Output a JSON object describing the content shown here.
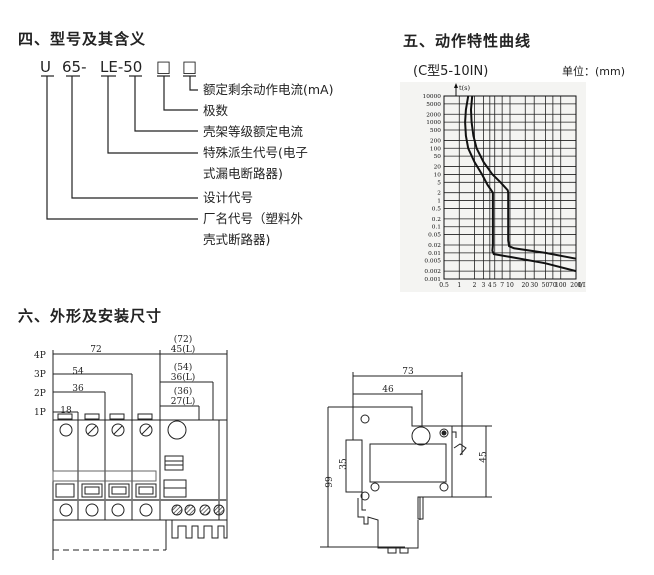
{
  "section4": {
    "title": "四、型号及其含义",
    "model_code": {
      "p1": "U",
      "p2": "65-",
      "p3": "LE-50",
      "box1": "□",
      "box2": "□"
    },
    "meanings": [
      "额定剩余动作电流(mA)",
      "极数",
      "壳架等级额定电流",
      "特殊派生代号(电子",
      "式漏电断路器)",
      "设计代号",
      "厂名代号（塑料外",
      "壳式断路器)"
    ]
  },
  "section5": {
    "title": "五、动作特性曲线",
    "subtitle": "(C型5-10IN)",
    "unit_label": "单位：(mm)"
  },
  "chart_data": {
    "type": "line",
    "title": "动作特性曲线 (C型5-10IN)",
    "xlabel": "I/IR",
    "ylabel": "t(s)",
    "xscale": "log",
    "yscale": "log",
    "xlim": [
      0.5,
      200
    ],
    "ylim": [
      0.001,
      10000
    ],
    "x_ticks": [
      "0.5",
      "1",
      "2",
      "3",
      "4",
      "5",
      "7",
      "10",
      "20",
      "30",
      "50",
      "70",
      "100",
      "200"
    ],
    "x_tick_values": [
      0.5,
      1,
      2,
      3,
      4,
      5,
      7,
      10,
      20,
      30,
      50,
      70,
      100,
      200
    ],
    "y_ticks": [
      "10000",
      "5000",
      "2000",
      "1000",
      "500",
      "200",
      "100",
      "50",
      "20",
      "10",
      "5",
      "2",
      "1",
      "0.5",
      "0.2",
      "0.1",
      "0.05",
      "0.02",
      "0.01",
      "0.005",
      "0.002",
      "0.001"
    ],
    "y_tick_values": [
      10000,
      5000,
      2000,
      1000,
      500,
      200,
      100,
      50,
      20,
      10,
      5,
      2,
      1,
      0.5,
      0.2,
      0.1,
      0.05,
      0.02,
      0.01,
      0.005,
      0.002,
      0.001
    ],
    "grid": true,
    "series": [
      {
        "name": "lower-bound",
        "points": [
          [
            1.5,
            10000
          ],
          [
            1.35,
            3000
          ],
          [
            1.3,
            1000
          ],
          [
            1.35,
            300
          ],
          [
            1.5,
            100
          ],
          [
            2,
            30
          ],
          [
            2.8,
            10
          ],
          [
            3.6,
            4
          ],
          [
            4.6,
            2
          ],
          [
            4.6,
            0.02
          ],
          [
            4.5,
            0.012
          ],
          [
            4.8,
            0.009
          ],
          [
            10,
            0.007
          ],
          [
            50,
            0.004
          ],
          [
            200,
            0.002
          ]
        ]
      },
      {
        "name": "upper-bound",
        "points": [
          [
            1.8,
            10000
          ],
          [
            1.7,
            3000
          ],
          [
            1.75,
            1000
          ],
          [
            1.9,
            300
          ],
          [
            2.2,
            100
          ],
          [
            3,
            30
          ],
          [
            4.5,
            10
          ],
          [
            6.5,
            5
          ],
          [
            9,
            2.5
          ],
          [
            9.2,
            2
          ],
          [
            9.2,
            0.03
          ],
          [
            9.6,
            0.018
          ],
          [
            12,
            0.015
          ],
          [
            50,
            0.01
          ],
          [
            200,
            0.006
          ]
        ]
      }
    ]
  },
  "section6": {
    "title": "六、外形及安装尺寸",
    "pole_labels": [
      "4P",
      "3P",
      "2P",
      "1P"
    ],
    "widths": [
      "72",
      "54",
      "36",
      "18"
    ],
    "leakage_widths": [
      {
        "total": "(72)",
        "module": "45(L)"
      },
      {
        "total": "(54)",
        "module": "36(L)"
      },
      {
        "total": "(36)",
        "module": "27(L)"
      }
    ],
    "side_view": {
      "width_total": "73",
      "width_partial": "46",
      "height_total": "99",
      "height_rail": "35",
      "height_front": "45"
    }
  }
}
